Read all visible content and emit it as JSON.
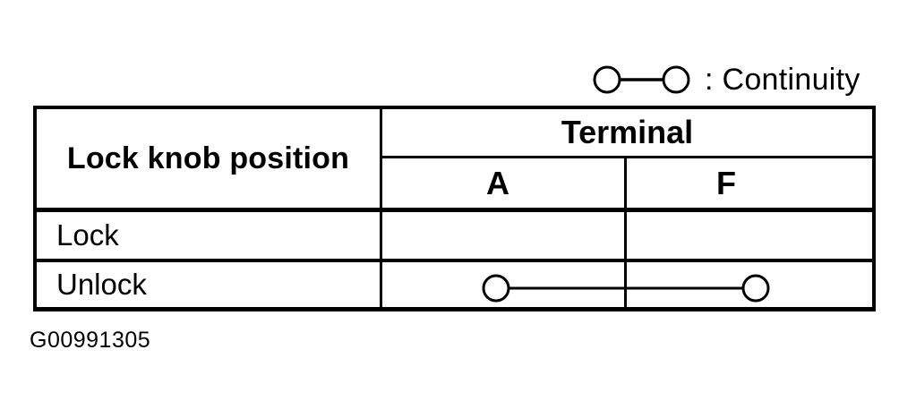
{
  "colors": {
    "ink": "#000000",
    "paper": "#ffffff"
  },
  "legend": {
    "label": ": Continuity"
  },
  "table": {
    "row_header": "Lock knob position",
    "group_header": "Terminal",
    "columns": [
      "A",
      "F"
    ],
    "rows": [
      {
        "label": "Lock",
        "continuity_between": []
      },
      {
        "label": "Unlock",
        "continuity_between": [
          "A",
          "F"
        ]
      }
    ]
  },
  "figure_id": "G00991305"
}
